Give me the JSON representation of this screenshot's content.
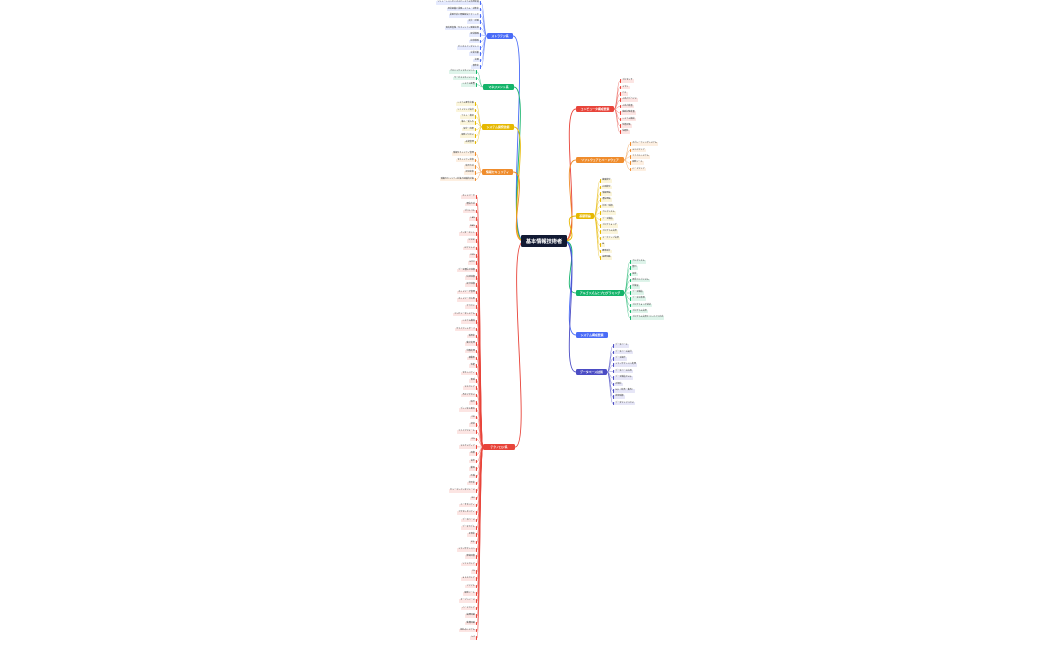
{
  "center": {
    "label": "基本情報技術者"
  },
  "branches": [
    {
      "id": "b1",
      "label": "ストラテジ系",
      "color": "#4a6cf7",
      "side": "left",
      "leaves": [
        "ソリューションビジネスとシステム活用促進",
        "経営組織と業務システム・効率化",
        "業務分析と問題解決テクニック",
        "会計・財務",
        "知的財産権・セキュリティ関連法規",
        "経営戦略",
        "技術戦略",
        "ビジネスインダストリ",
        "企業活動",
        "法務",
        "標準化"
      ]
    },
    {
      "id": "b2",
      "label": "マネジメント系",
      "color": "#14b46a",
      "side": "left",
      "leaves": [
        "プロジェクトマネジメント",
        "サービスマネジメント",
        "システム監査"
      ]
    },
    {
      "id": "b3",
      "label": "システム開発技術",
      "color": "#e6b800",
      "side": "left",
      "leaves": [
        "システム要件定義",
        "ソフトウェア設計",
        "テスト・検証",
        "導入・受入れ",
        "保守・廃棄",
        "開発プロセス",
        "品質管理"
      ]
    },
    {
      "id": "b4",
      "label": "情報セキュリティ",
      "color": "#ef8c2c",
      "side": "left",
      "leaves": [
        "情報セキュリティ管理",
        "セキュリティ技術",
        "暗号方式",
        "認証技術",
        "情報セキュリティ対策と組織的対策"
      ]
    },
    {
      "id": "b5",
      "label": "コンピュータ構成要素",
      "color": "#e8443a",
      "side": "right",
      "leaves": [
        "プロセッサ",
        "メモリ",
        "バス",
        "入出力デバイス",
        "入出力装置",
        "補助記憶装置",
        "システム構成",
        "性能評価",
        "信頼性"
      ]
    },
    {
      "id": "b6",
      "label": "ソフトウェアとハードウェア",
      "color": "#ef8c2c",
      "side": "right",
      "leaves": [
        "オペレーティングシステム",
        "ミドルウェア",
        "ファイルシステム",
        "開発ツール",
        "ハードウェア"
      ]
    },
    {
      "id": "b7",
      "label": "基礎理論",
      "color": "#e6b800",
      "side": "right",
      "leaves": [
        "離散数学",
        "応用数学",
        "情報理論",
        "通信理論",
        "計測・制御",
        "アルゴリズム",
        "データ構造",
        "プログラミング",
        "プログラム言語",
        "マークアップ言語",
        "AI",
        "確率統計",
        "論理回路"
      ]
    },
    {
      "id": "b8",
      "label": "アルゴリズムとプログラミング",
      "color": "#14b46a",
      "side": "right",
      "leaves": [
        "アルゴリズム",
        "整列",
        "探索",
        "再帰アルゴリズム",
        "計算量",
        "データ構造",
        "データの表現",
        "プログラミング技法",
        "プログラム言語",
        "プログラム言語とコンパイラ方式"
      ]
    },
    {
      "id": "b9",
      "label": "システム構成要素",
      "color": "#4a6cf7",
      "side": "right",
      "leaves": []
    },
    {
      "id": "b10",
      "label": "データベース技術",
      "color": "#4b4cc4",
      "side": "right",
      "leaves": [
        "データベース",
        "データベース設計",
        "データ操作",
        "トランザクション処理",
        "データベース応用",
        "データ構造とSQL",
        "正規化",
        "SQL（結合・集約）",
        "排他制御",
        "データウェアハウス"
      ]
    },
    {
      "id": "b11",
      "label": "テクノロジ系",
      "color": "#e8443a",
      "side": "left",
      "leaves": [
        "ネットワーク",
        "通信方式",
        "プロトコル",
        "LAN",
        "WAN",
        "インターネット",
        "TCP/IP",
        "IPアドレス",
        "DNS",
        "HTTP",
        "データ通信と制御",
        "伝送制御",
        "誤り制御",
        "ネットワーク管理",
        "ネットワーク応用",
        "クラウド",
        "コンピュータシステム",
        "システム構成",
        "クライアントサーバ",
        "仮想化",
        "集中処理",
        "分散処理",
        "稼働率",
        "性能",
        "セキュリティ",
        "脅威",
        "マルウェア",
        "不正アクセス",
        "暗号",
        "ディジタル署名",
        "PKI",
        "認証",
        "ファイアウォール",
        "IDS",
        "マルチメディア",
        "画像",
        "音声",
        "動画",
        "圧縮",
        "符号化",
        "ヒューマンインタフェース",
        "GUI",
        "ユーザビリティ",
        "アクセシビリティ",
        "データベース",
        "データモデル",
        "正規化",
        "SQL",
        "トランザクション",
        "障害回復",
        "ソフトウェア",
        "OS",
        "ミドルウェア",
        "ファイル",
        "開発ツール",
        "オープンソース",
        "ハードウェア",
        "論理回路",
        "集積回路",
        "組込みシステム",
        "IoT"
      ]
    }
  ]
}
